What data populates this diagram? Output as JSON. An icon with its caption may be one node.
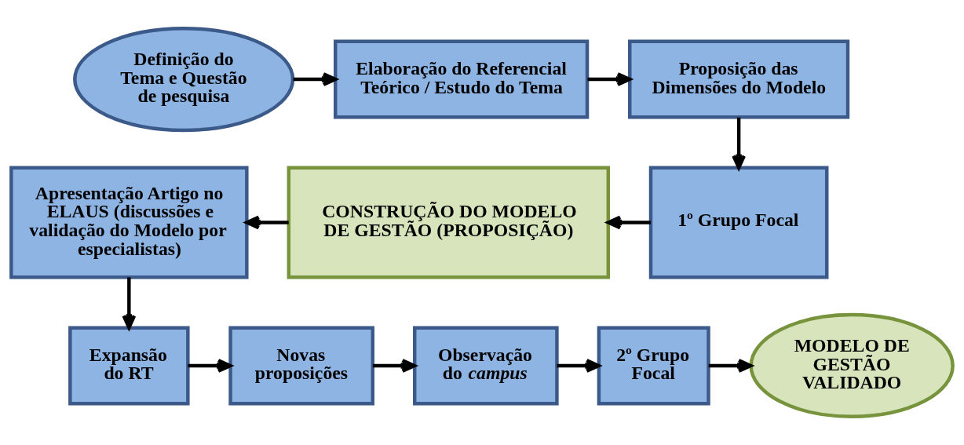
{
  "diagram": {
    "nodes": [
      {
        "text": [
          "Definição do Tema e Questão de pesquisa"
        ]
      },
      {
        "text": [
          "Elaboração do Referencial Teórico / Estudo do Tema"
        ]
      },
      {
        "text": [
          "Proposição das Dimensões do Modelo"
        ]
      },
      {
        "text": [
          "1º Grupo Focal"
        ]
      },
      {
        "text": [
          "CONSTRUÇÃO DO MODELO DE GESTÃO (PROPOSIÇÃO)"
        ]
      },
      {
        "text": [
          "Apresentação Artigo no ELAUS (discussões e validação do Modelo por especialistas)"
        ]
      },
      {
        "text": [
          "Expansão do RT"
        ]
      },
      {
        "text": [
          "Novas proposições"
        ]
      },
      {
        "text": [
          "Observação do *campus*"
        ]
      },
      {
        "text": [
          "2º Grupo Focal"
        ]
      },
      {
        "text": [
          "MODELO DE GESTÃO VALIDADO"
        ]
      }
    ],
    "edges": [
      {
        "from": 0,
        "to": 1,
        "arrow": "to"
      },
      {
        "from": 1,
        "to": 2,
        "arrow": "to"
      },
      {
        "from": 2,
        "to": 3,
        "arrow": "to"
      },
      {
        "from": 3,
        "to": 4,
        "arrow": "to"
      },
      {
        "from": 4,
        "to": 5,
        "arrow": "to"
      },
      {
        "from": 5,
        "to": 6,
        "arrow": "to"
      },
      {
        "from": 6,
        "to": 7,
        "arrow": "to"
      },
      {
        "from": 7,
        "to": 8,
        "arrow": "to"
      },
      {
        "from": 8,
        "to": 9,
        "arrow": "to"
      },
      {
        "from": 9,
        "to": 10,
        "arrow": "to"
      }
    ]
  }
}
